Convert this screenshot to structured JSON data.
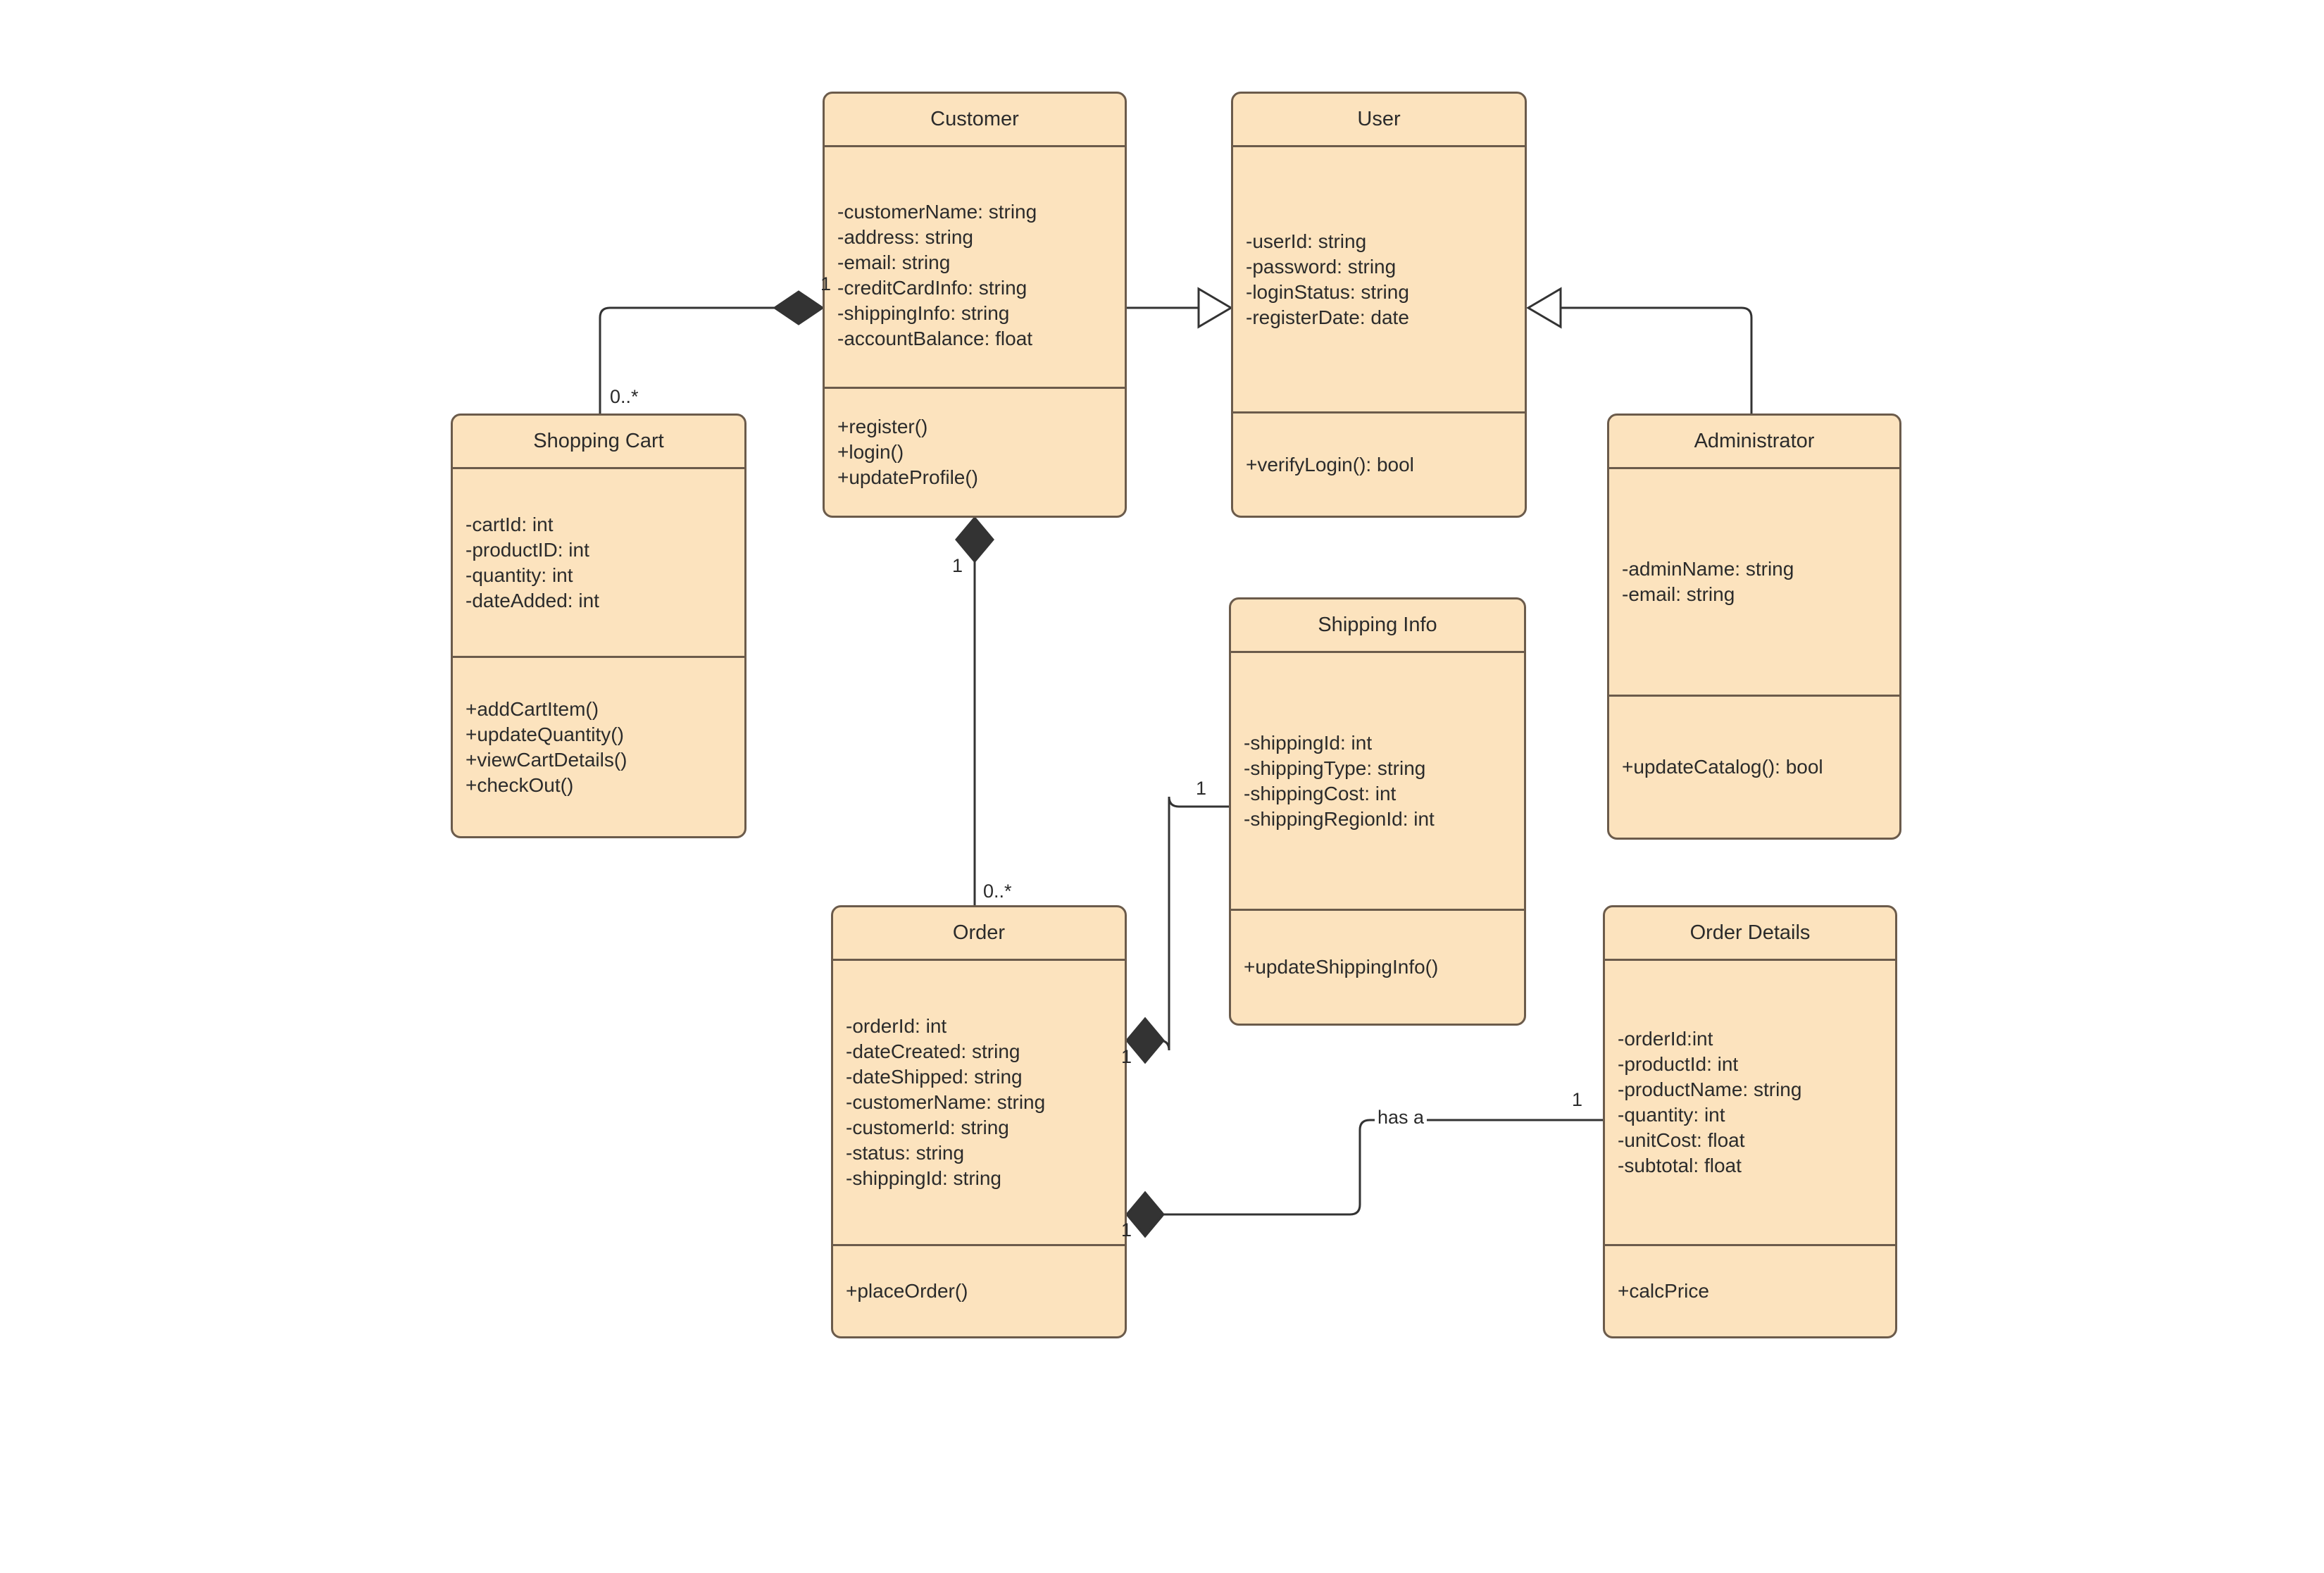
{
  "diagram": {
    "type": "uml-class-diagram",
    "background": "#ffffff",
    "class_fill": "#FCE3BE",
    "class_border": "#6B5B4B",
    "line_color": "#333333"
  },
  "classes": [
    {
      "id": "customer",
      "name": "Customer",
      "attributes": [
        "-customerName: string",
        "-address: string",
        "-email: string",
        "-creditCardInfo: string",
        "-shippingInfo: string",
        "-accountBalance: float"
      ],
      "operations": [
        "+register()",
        "+login()",
        "+updateProfile()"
      ]
    },
    {
      "id": "user",
      "name": "User",
      "attributes": [
        "-userId: string",
        "-password: string",
        "-loginStatus: string",
        "-registerDate: date"
      ],
      "operations": [
        "+verifyLogin(): bool"
      ]
    },
    {
      "id": "shopping_cart",
      "name": "Shopping Cart",
      "attributes": [
        "-cartId: int",
        "-productID: int",
        "-quantity: int",
        "-dateAdded: int"
      ],
      "operations": [
        "+addCartItem()",
        "+updateQuantity()",
        "+viewCartDetails()",
        "+checkOut()"
      ]
    },
    {
      "id": "administrator",
      "name": "Administrator",
      "attributes": [
        "-adminName: string",
        "-email: string"
      ],
      "operations": [
        "+updateCatalog(): bool"
      ]
    },
    {
      "id": "shipping_info",
      "name": "Shipping Info",
      "attributes": [
        "-shippingId: int",
        "-shippingType: string",
        "-shippingCost: int",
        "-shippingRegionId: int"
      ],
      "operations": [
        "+updateShippingInfo()"
      ]
    },
    {
      "id": "order",
      "name": "Order",
      "attributes": [
        "-orderId: int",
        "-dateCreated: string",
        "-dateShipped: string",
        "-customerName: string",
        "-customerId: string",
        "-status: string",
        "-shippingId: string"
      ],
      "operations": [
        "+placeOrder()"
      ]
    },
    {
      "id": "order_details",
      "name": "Order Details",
      "attributes": [
        "-orderId:int",
        "-productId: int",
        "-productName: string",
        "-quantity: int",
        "-unitCost: float",
        "-subtotal: float"
      ],
      "operations": [
        "+calcPrice"
      ]
    }
  ],
  "relationships": [
    {
      "id": "customer_cart",
      "from": "customer",
      "to": "shopping_cart",
      "kind": "composition",
      "from_multiplicity": "1",
      "to_multiplicity": "0..*",
      "label": ""
    },
    {
      "id": "customer_user",
      "from": "customer",
      "to": "user",
      "kind": "generalization",
      "from_multiplicity": "",
      "to_multiplicity": "",
      "label": ""
    },
    {
      "id": "administrator_user",
      "from": "administrator",
      "to": "user",
      "kind": "generalization",
      "from_multiplicity": "",
      "to_multiplicity": "",
      "label": ""
    },
    {
      "id": "customer_order",
      "from": "customer",
      "to": "order",
      "kind": "composition",
      "from_multiplicity": "1",
      "to_multiplicity": "0..*",
      "label": ""
    },
    {
      "id": "order_shipping",
      "from": "order",
      "to": "shipping_info",
      "kind": "composition",
      "from_multiplicity": "1",
      "to_multiplicity": "1",
      "label": ""
    },
    {
      "id": "order_details_rel",
      "from": "order",
      "to": "order_details",
      "kind": "composition",
      "from_multiplicity": "1",
      "to_multiplicity": "1",
      "label": "has a"
    }
  ],
  "edge_labels": {
    "cart_many": "0..*",
    "customer_cart_one": "1",
    "order_many": "0..*",
    "customer_order_one": "1",
    "shipping_one_top": "1",
    "order_shipping_one": "1",
    "order_details_one_left": "1",
    "order_details_one_right": "1",
    "has_a": "has a"
  }
}
